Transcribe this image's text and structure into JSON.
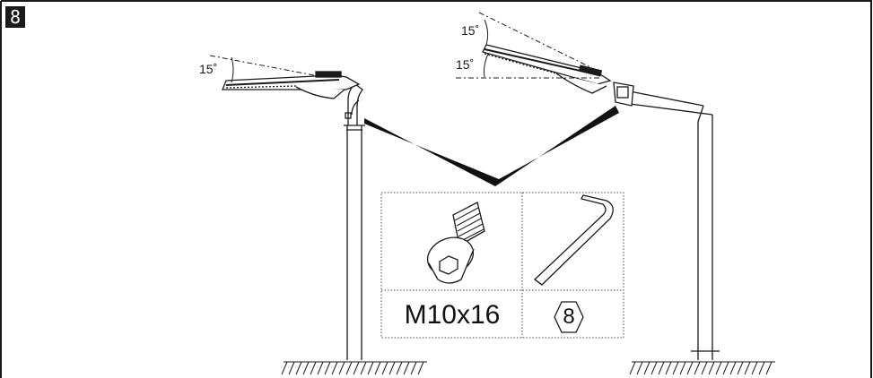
{
  "step": {
    "number": "8"
  },
  "left_luminaire": {
    "tilt_label": "15˚"
  },
  "right_luminaire": {
    "tilt_upper_label": "15˚",
    "tilt_lower_label": "15˚"
  },
  "hardware": {
    "bolt_size": "M10x16",
    "hex_key_size": "8"
  },
  "colors": {
    "ink": "#1a1a1a",
    "shadow": "#111111",
    "background": "#ffffff"
  }
}
